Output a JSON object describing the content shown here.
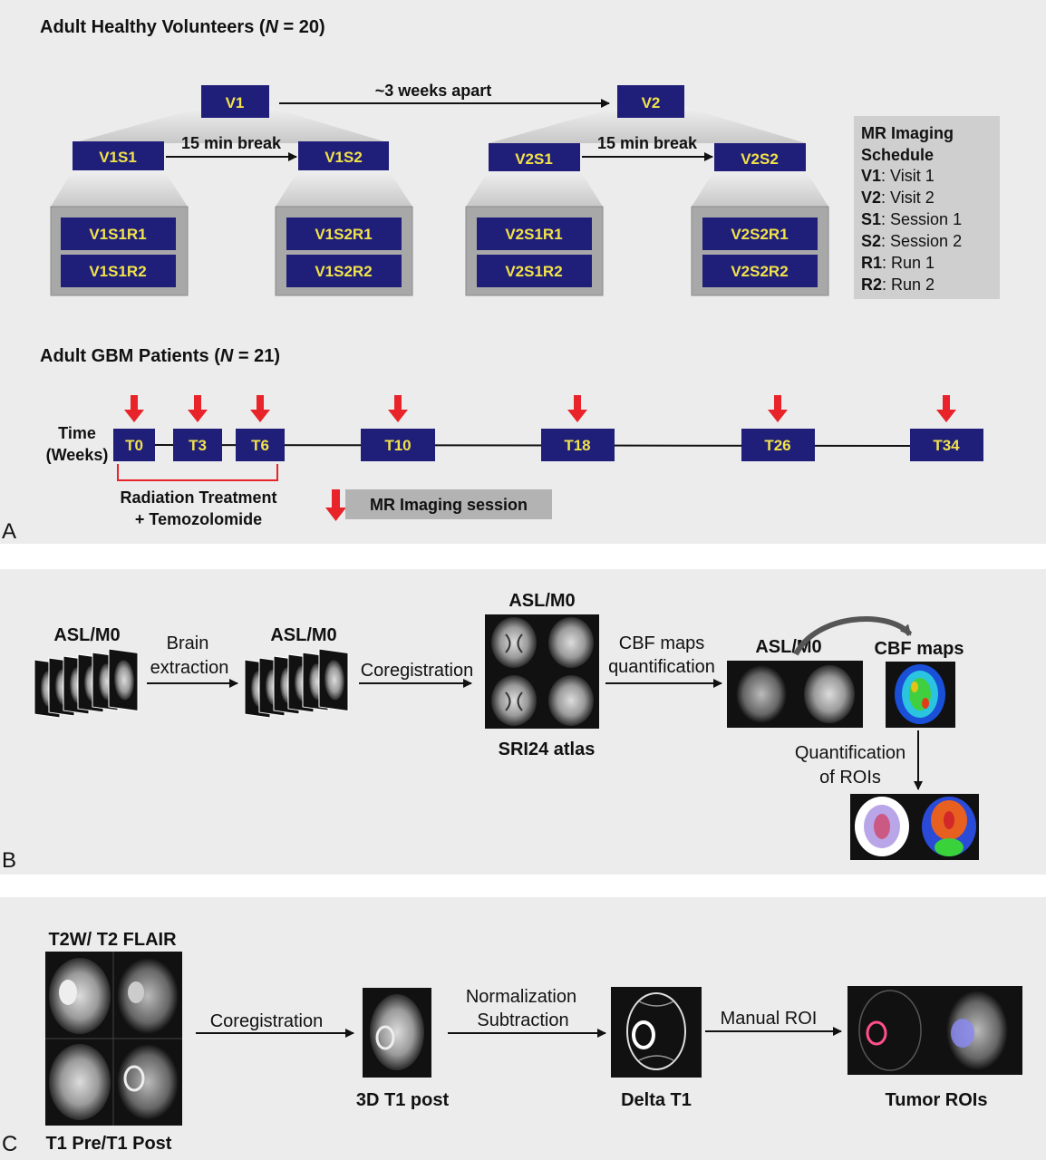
{
  "panelA": {
    "panel_label": "A",
    "healthy": {
      "title_pre": "Adult Healthy Volunteers (",
      "title_n": "N",
      "title_post": " = 20)",
      "visits": [
        {
          "label": "V1",
          "sessions": [
            {
              "label": "V1S1",
              "runs": [
                "V1S1R1",
                "V1S1R2"
              ]
            },
            {
              "label": "V1S2",
              "runs": [
                "V1S2R1",
                "V1S2R2"
              ]
            }
          ]
        },
        {
          "label": "V2",
          "sessions": [
            {
              "label": "V2S1",
              "runs": [
                "V2S1R1",
                "V2S1R2"
              ]
            },
            {
              "label": "V2S2",
              "runs": [
                "V2S2R1",
                "V2S2R2"
              ]
            }
          ]
        }
      ],
      "visit_gap": "~3 weeks apart",
      "session_gap": "15 min break"
    },
    "schedule": {
      "title1": "MR Imaging",
      "title2": "Schedule",
      "items": [
        {
          "key": "V1",
          "val": ": Visit 1"
        },
        {
          "key": "V2",
          "val": ": Visit 2"
        },
        {
          "key": "S1",
          "val": ": Session 1"
        },
        {
          "key": "S2",
          "val": ": Session 2"
        },
        {
          "key": "R1",
          "val": ": Run 1"
        },
        {
          "key": "R2",
          "val": ": Run 2"
        }
      ]
    },
    "gbm": {
      "title_pre": "Adult GBM Patients (",
      "title_n": "N",
      "title_post": " = 21)",
      "time_label1": "Time",
      "time_label2": "(Weeks)",
      "timepoints": [
        "T0",
        "T3",
        "T6",
        "T10",
        "T18",
        "T26",
        "T34"
      ],
      "treatment1": "Radiation Treatment",
      "treatment2": "+ Temozolomide",
      "legend": "MR Imaging session"
    }
  },
  "panelB": {
    "panel_label": "B",
    "aslm0": "ASL/M0",
    "step1a": "Brain",
    "step1b": "extraction",
    "step2": "Coregistration",
    "step3a": "CBF maps",
    "step3b": "quantification",
    "atlas": "SRI24 atlas",
    "cbf_maps": "CBF maps",
    "step4a": "Quantification",
    "step4b": "of ROIs"
  },
  "panelC": {
    "panel_label": "C",
    "top_label": "T2W/ T2 FLAIR",
    "bottom_label": "T1 Pre/T1 Post",
    "step1": "Coregistration",
    "t1post": "3D T1 post",
    "step2a": "Normalization",
    "step2b": "Subtraction",
    "delta": "Delta T1",
    "step3": "Manual ROI",
    "tumor": "Tumor ROIs"
  },
  "colors": {
    "navy": "#1f1f7a",
    "box_text": "#f2e24a",
    "panel_bg": "#ececec",
    "gray_box": "#a8a8a8",
    "red_arrow": "#e8232a"
  }
}
